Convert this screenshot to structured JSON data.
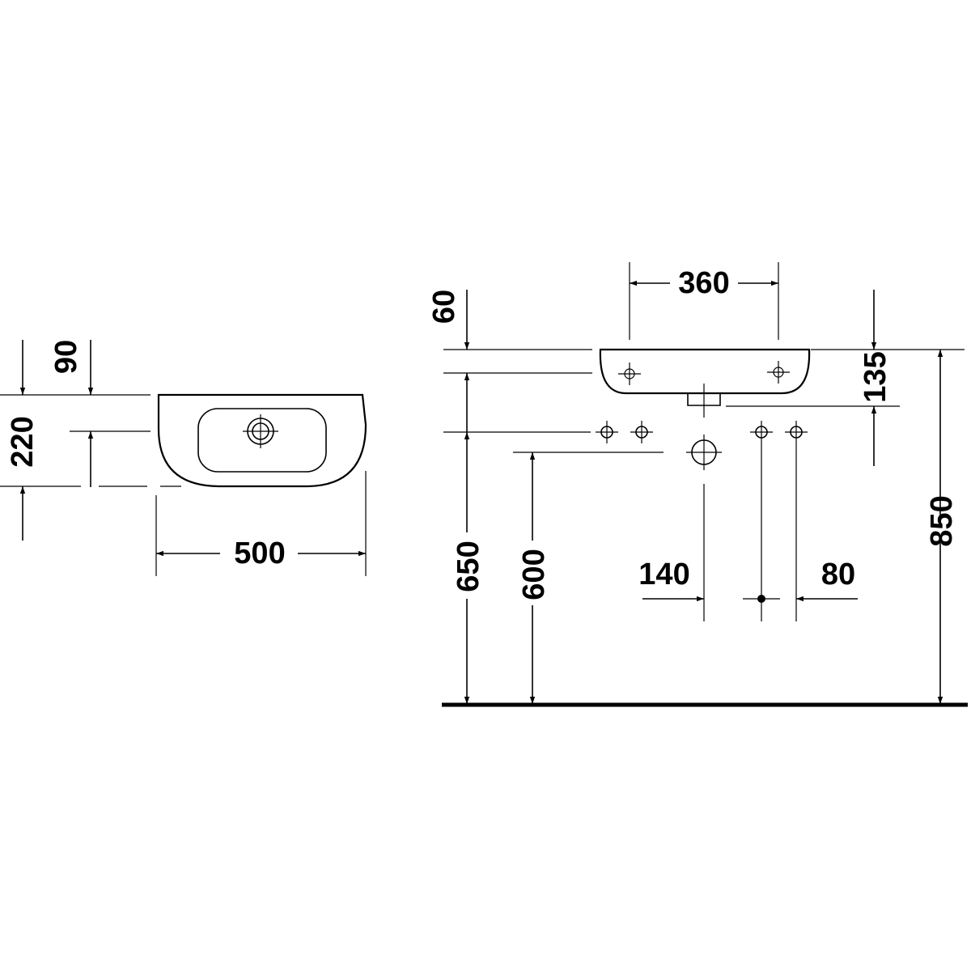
{
  "dimensions": {
    "top_view": {
      "inset_depth": "90",
      "depth": "220",
      "width": "500"
    },
    "front_view": {
      "tap_spacing": "360",
      "top_offset": "60",
      "drain_offset": "135",
      "overall_height": "850",
      "supply_height": "650",
      "waste_height": "600",
      "waste_offset": "140",
      "supply_spacing": "80"
    }
  },
  "colors": {
    "line": "#000000",
    "background": "#ffffff"
  }
}
